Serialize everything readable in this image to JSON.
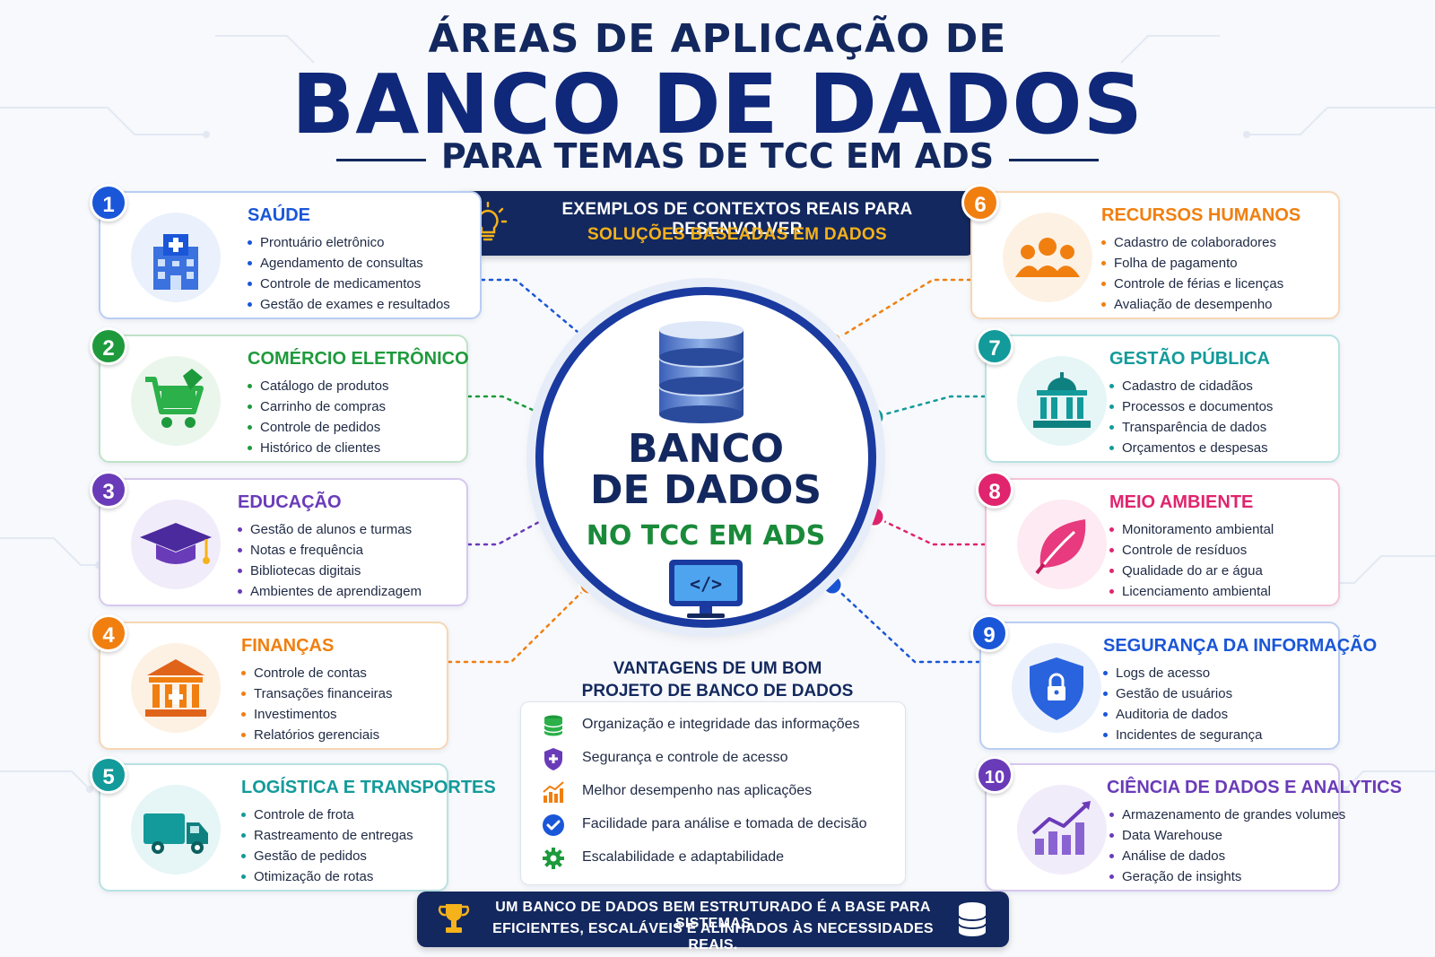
{
  "header": {
    "line1": "ÁREAS DE APLICAÇÃO DE",
    "line2": "BANCO DE DADOS",
    "line3": "PARA TEMAS DE TCC EM ADS"
  },
  "banner": {
    "line1": "EXEMPLOS DE CONTEXTOS REAIS PARA DESENVOLVER",
    "line2": "SOLUÇÕES BASEADAS EM DADOS"
  },
  "center": {
    "line1": "BANCO",
    "line2": "DE DADOS",
    "line3": "NO TCC EM ADS"
  },
  "cards": [
    {
      "number": "1",
      "title": "SAÚDE",
      "color": "#1a56d8",
      "icon": "hospital-icon",
      "items": [
        "Prontuário eletrônico",
        "Agendamento de consultas",
        "Controle de medicamentos",
        "Gestão de exames e resultados"
      ]
    },
    {
      "number": "2",
      "title": "COMÉRCIO ELETRÔNICO",
      "color": "#1e9a3c",
      "icon": "shopping-cart-icon",
      "items": [
        "Catálogo de produtos",
        "Carrinho de compras",
        "Controle de pedidos",
        "Histórico de clientes"
      ]
    },
    {
      "number": "3",
      "title": "EDUCAÇÃO",
      "color": "#6a3bb8",
      "icon": "graduation-cap-icon",
      "items": [
        "Gestão de alunos e turmas",
        "Notas e frequência",
        "Bibliotecas digitais",
        "Ambientes de aprendizagem"
      ]
    },
    {
      "number": "4",
      "title": "FINANÇAS",
      "color": "#f07f10",
      "icon": "bank-icon",
      "items": [
        "Controle de contas",
        "Transações financeiras",
        "Investimentos",
        "Relatórios gerenciais"
      ]
    },
    {
      "number": "5",
      "title": "LOGÍSTICA E TRANSPORTES",
      "color": "#139a9a",
      "icon": "truck-icon",
      "items": [
        "Controle de frota",
        "Rastreamento de entregas",
        "Gestão de pedidos",
        "Otimização de rotas"
      ]
    },
    {
      "number": "6",
      "title": "RECURSOS HUMANOS",
      "color": "#f07f10",
      "icon": "people-icon",
      "items": [
        "Cadastro de colaboradores",
        "Folha de pagamento",
        "Controle de férias e licenças",
        "Avaliação de desempenho"
      ]
    },
    {
      "number": "7",
      "title": "GESTÃO PÚBLICA",
      "color": "#139a9a",
      "icon": "government-building-icon",
      "items": [
        "Cadastro de cidadãos",
        "Processos e documentos",
        "Transparência de dados",
        "Orçamentos e despesas"
      ]
    },
    {
      "number": "8",
      "title": "MEIO AMBIENTE",
      "color": "#e0246e",
      "icon": "leaf-icon",
      "items": [
        "Monitoramento ambiental",
        "Controle de resíduos",
        "Qualidade do ar e água",
        "Licenciamento ambiental"
      ]
    },
    {
      "number": "9",
      "title": "SEGURANÇA DA INFORMAÇÃO",
      "color": "#1a56d8",
      "icon": "shield-lock-icon",
      "items": [
        "Logs de acesso",
        "Gestão de usuários",
        "Auditoria de dados",
        "Incidentes de segurança"
      ]
    },
    {
      "number": "10",
      "title": "CIÊNCIA DE DADOS E ANALYTICS",
      "color": "#6a3bb8",
      "icon": "bar-chart-icon",
      "items": [
        "Armazenamento de grandes volumes",
        "Data Warehouse",
        "Análise de dados",
        "Geração de insights"
      ]
    }
  ],
  "advantages": {
    "title_line1": "VANTAGENS DE UM BOM",
    "title_line2": "PROJETO DE BANCO DE DADOS",
    "items": [
      {
        "label": "Organização e integridade das informações",
        "icon": "database-icon"
      },
      {
        "label": "Segurança e controle de acesso",
        "icon": "shield-icon"
      },
      {
        "label": "Melhor desempenho nas aplicações",
        "icon": "growth-chart-icon"
      },
      {
        "label": "Facilidade para análise e tomada de decisão",
        "icon": "check-circle-icon"
      },
      {
        "label": "Escalabilidade e adaptabilidade",
        "icon": "gear-icon"
      }
    ]
  },
  "footer": {
    "line1": "UM BANCO DE DADOS BEM ESTRUTURADO É A BASE PARA SISTEMAS",
    "line2": "EFICIENTES, ESCALÁVEIS E ALINHADOS ÀS NECESSIDADES REAIS."
  },
  "colors": {
    "navy": "#13285e",
    "blue": "#1a56d8",
    "green": "#1e9a3c",
    "purple": "#6a3bb8",
    "orange": "#f07f10",
    "teal": "#139a9a",
    "pink": "#e0246e",
    "gold": "#f5b21a"
  }
}
